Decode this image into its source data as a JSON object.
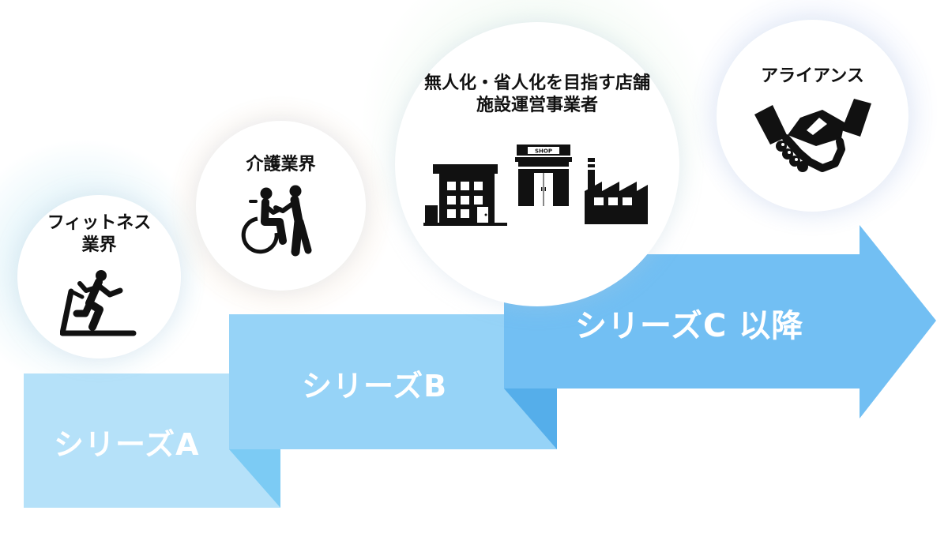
{
  "categories": [
    {
      "id": "fitness",
      "lines": [
        "フィットネス",
        "業界"
      ],
      "icon": "treadmill-runner-icon"
    },
    {
      "id": "care",
      "lines": [
        "介護業界"
      ],
      "icon": "wheelchair-caregiver-icon"
    },
    {
      "id": "unmanned-stores",
      "lines": [
        "無人化・省人化を目指す店舗",
        "施設運営事業者"
      ],
      "icons": [
        "building-icon",
        "shop-icon",
        "factory-icon"
      ],
      "shop_sign": "SHOP"
    },
    {
      "id": "alliance",
      "lines": [
        "アライアンス"
      ],
      "icon": "handshake-icon"
    }
  ],
  "stages": [
    {
      "id": "a",
      "label": "シリーズA"
    },
    {
      "id": "b",
      "label": "シリーズB"
    },
    {
      "id": "c",
      "label": "シリーズC 以降"
    }
  ],
  "colors": {
    "stage_a": "#b5e1f9",
    "stage_b": "#96d3f7",
    "stage_c": "#72bff3",
    "fold_a": "#7ccbf4",
    "fold_b": "#55aeea",
    "icon": "#111111"
  }
}
